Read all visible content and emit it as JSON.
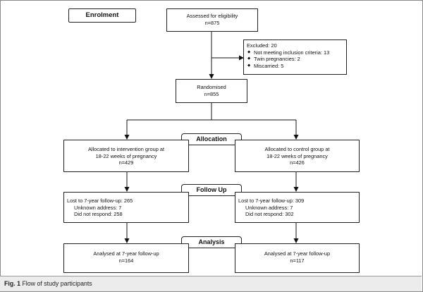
{
  "diagram": {
    "stages": {
      "enrolment": "Enrolment",
      "allocation": "Allocation",
      "follow_up": "Follow Up",
      "analysis": "Analysis"
    },
    "assessed": {
      "line1": "Assessed for eligibility",
      "line2": "n=875"
    },
    "excluded": {
      "title": "Excluded: 20",
      "items": [
        "Not meeting inclusion criteria: 13",
        "Twin pregnancies: 2",
        "Miscarried: 5"
      ]
    },
    "randomised": {
      "line1": "Randomised",
      "line2": "n=855"
    },
    "intervention": {
      "allocated": {
        "line1": "Allocated to intervention group at",
        "line2": "18-22 weeks of pregnancy",
        "line3": "n=429"
      },
      "lost": {
        "title": "Lost to 7-year follow-up: 265",
        "item1": "Unknown address: 7",
        "item2": "Did not respond: 258"
      },
      "analysed": {
        "line1": "Analysed at 7-year follow-up",
        "line2": "n=164"
      }
    },
    "control": {
      "allocated": {
        "line1": "Allocated to control group at",
        "line2": "18-22 weeks of pregnancy",
        "line3": "n=426"
      },
      "lost": {
        "title": "Lost to 7-year follow-up: 309",
        "item1": "Unknown address: 7",
        "item2": "Did not respond: 302"
      },
      "analysed": {
        "line1": "Analysed at 7-year follow-up",
        "line2": "n=117"
      }
    }
  },
  "caption": {
    "label": "Fig. 1",
    "text": "Flow of study participants"
  }
}
